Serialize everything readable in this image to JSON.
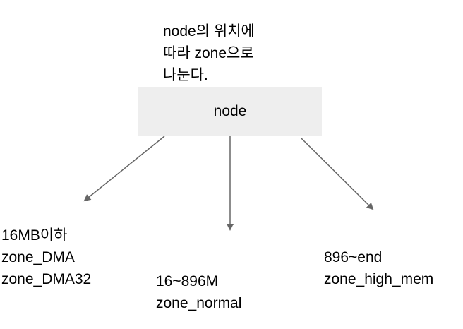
{
  "note": {
    "lines": [
      "node의 위치에",
      "따라 zone으로",
      "나눈다."
    ]
  },
  "node": {
    "label": "node"
  },
  "zones": [
    {
      "lines": [
        "16MB이하",
        "zone_DMA",
        "zone_DMA32"
      ]
    },
    {
      "lines": [
        "16~896M",
        "zone_normal"
      ]
    },
    {
      "lines": [
        "896~end",
        "zone_high_mem"
      ]
    }
  ],
  "colors": {
    "box_fill": "#eeeeee",
    "arrow": "#666666",
    "text": "#000000"
  }
}
